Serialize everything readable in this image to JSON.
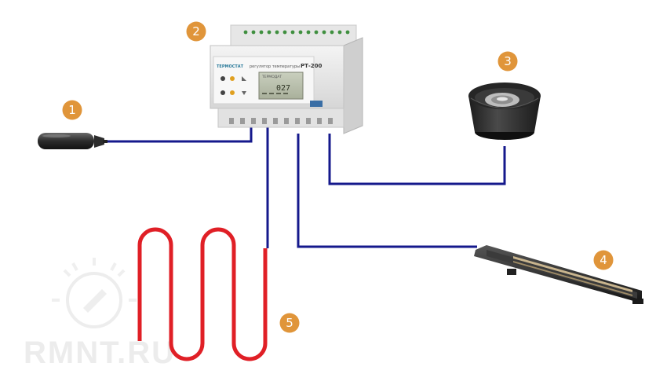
{
  "colors": {
    "wire": "#15198c",
    "heating_cable": "#e01f26",
    "badge": "#e0953a",
    "watermark": "#ececec"
  },
  "watermark": {
    "text": "RMNT.RU"
  },
  "components": [
    {
      "number": "1",
      "icon": "floor-temperature-sensor-icon"
    },
    {
      "number": "2",
      "icon": "din-rail-thermostat-icon"
    },
    {
      "number": "3",
      "icon": "ceiling-light-icon"
    },
    {
      "number": "4",
      "icon": "flat-sensor-icon"
    },
    {
      "number": "5",
      "icon": "heating-cable-icon"
    }
  ],
  "thermostat": {
    "brand": "ТЕРМОСТАТ",
    "model": "РТ-200",
    "subtitle": "регулятор температуры",
    "display_header": "ТЕРМОДАТ",
    "display_value": "027"
  }
}
